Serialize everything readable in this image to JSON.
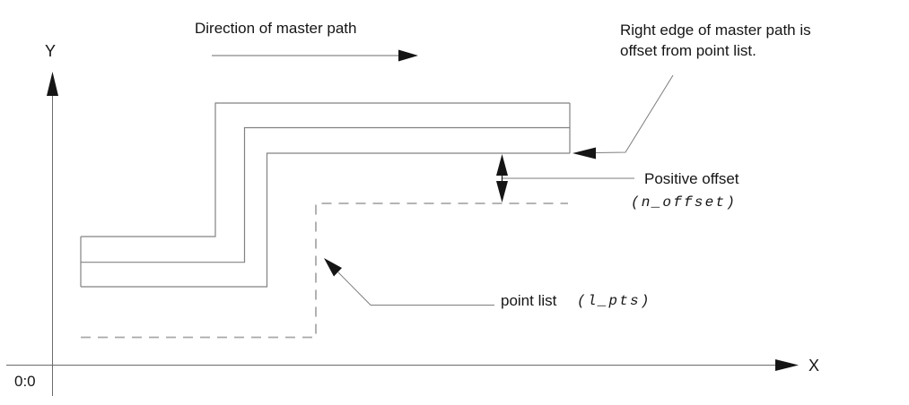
{
  "figure": {
    "description": "Technical diagram showing a master path (solid stepped band) offset from a dashed point list path, with X/Y axes"
  },
  "axes": {
    "y_label": "Y",
    "x_label": "X",
    "origin_label": "0:0"
  },
  "direction": {
    "label": "Direction of master path"
  },
  "annotations": {
    "right_edge": {
      "line1": "Right edge of master path is",
      "line2": "offset from point list."
    },
    "positive_offset": {
      "label": "Positive offset",
      "code": "(n_offset)"
    },
    "point_list": {
      "label": "point list",
      "code": "(l_pts)"
    }
  },
  "icons": {
    "axis_arrowheads": "filled black triangles",
    "offset_arrow": "double-headed vertical arrow",
    "leader_arrowheads": "filled black triangles"
  },
  "colors": {
    "ink": "#151515",
    "axis_line": "#6b6b6b",
    "path_line": "#828282",
    "dashed_line": "#a9a9a9",
    "leader_line": "#7d7d7d",
    "background": "#ffffff"
  }
}
